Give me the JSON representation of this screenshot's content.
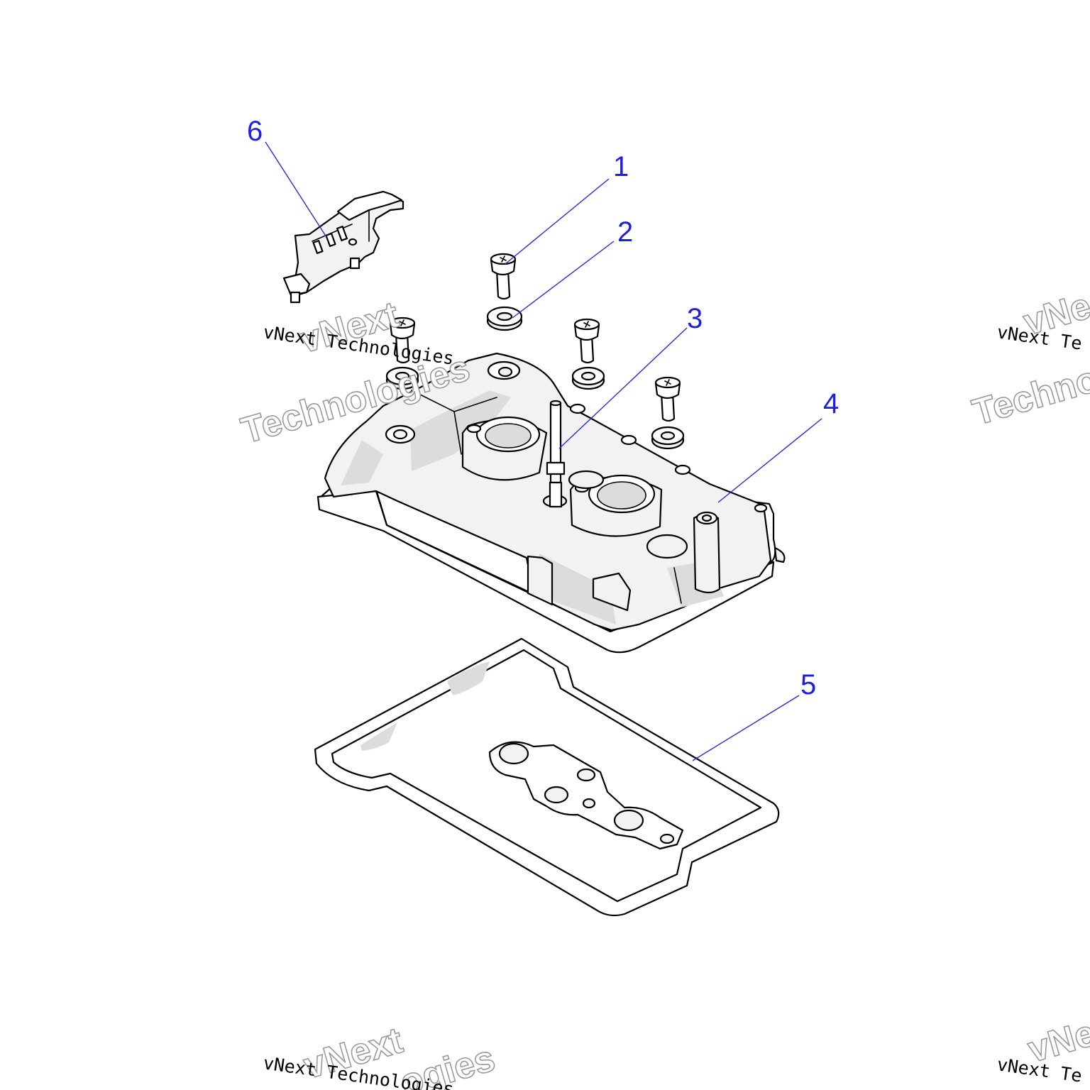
{
  "callouts": [
    {
      "id": "1",
      "label": "1"
    },
    {
      "id": "2",
      "label": "2"
    },
    {
      "id": "3",
      "label": "3"
    },
    {
      "id": "4",
      "label": "4"
    },
    {
      "id": "5",
      "label": "5"
    },
    {
      "id": "6",
      "label": "6"
    }
  ],
  "watermark": {
    "line": "vNext Technologies",
    "line_clipped": "vNext Te",
    "big_top": "vNext",
    "big_bottom": "Technologies",
    "big_bottom_clipped": "Technolo",
    "big_bottom_partial": "ogies",
    "big_top_clipped": "vNe"
  },
  "colors": {
    "callout": "#1f1fe0",
    "leader": "#2a2ad8",
    "part_fill": "#f2f2f2",
    "outline": "#000000"
  }
}
